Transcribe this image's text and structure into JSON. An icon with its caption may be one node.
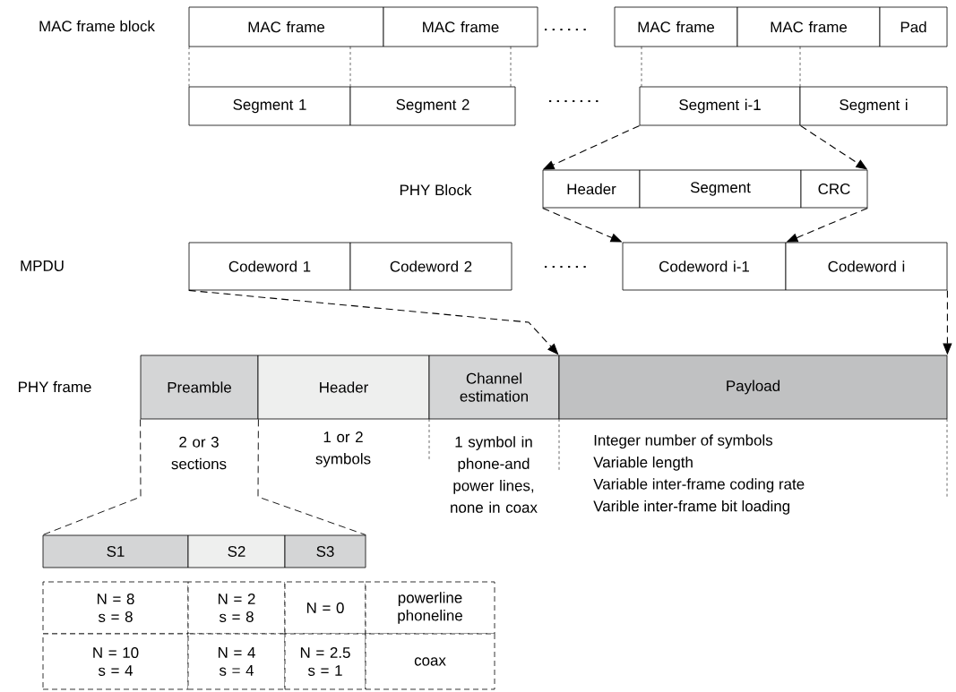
{
  "diagram": {
    "nodes": [
      {
        "text": [
          "MAC frame"
        ]
      },
      {
        "text": [
          "MAC frame"
        ]
      },
      {
        "text": [
          "MAC frame"
        ]
      },
      {
        "text": [
          "MAC frame"
        ]
      },
      {
        "text": [
          "Pad"
        ]
      },
      {
        "text": [
          "Segment 1"
        ]
      },
      {
        "text": [
          "Segment 2"
        ]
      },
      {
        "text": [
          "Segment i-1"
        ]
      },
      {
        "text": [
          "Segment i"
        ]
      },
      {
        "text": [
          "Header"
        ]
      },
      {
        "text": [
          "Segment"
        ]
      },
      {
        "text": [
          "CRC"
        ]
      },
      {
        "text": [
          "Codeword 1"
        ]
      },
      {
        "text": [
          "Codeword 2"
        ]
      },
      {
        "text": [
          "Codeword i-1"
        ]
      },
      {
        "text": [
          "Codeword i"
        ]
      },
      {
        "text": [
          "Preamble"
        ],
        "beside": [
          "2 or 3 sections"
        ]
      },
      {
        "text": [
          "Header"
        ],
        "beside": [
          "1 or 2 symbols"
        ]
      },
      {
        "text": [
          "Channel estimation"
        ],
        "beside": [
          "1 symbol in phone-and power lines, none in coax"
        ]
      },
      {
        "text": [
          "Payload"
        ],
        "beside": [
          "Integer number of symbols",
          "Variable length",
          "Variable inter-frame coding rate",
          "Varible inter-frame bit loading"
        ]
      },
      {
        "text": [
          "S1"
        ]
      },
      {
        "text": [
          "S2"
        ]
      },
      {
        "text": [
          "S3"
        ]
      },
      {
        "text": [
          "N = 8",
          "s = 8"
        ]
      },
      {
        "text": [
          "N = 2",
          "s = 8"
        ]
      },
      {
        "text": [
          "N = 0"
        ]
      },
      {
        "text": [
          "powerline",
          "phoneline"
        ]
      },
      {
        "text": [
          "N = 10",
          "s = 4"
        ]
      },
      {
        "text": [
          "N = 4",
          "s = 4"
        ]
      },
      {
        "text": [
          "N = 2.5",
          "s = 1"
        ]
      },
      {
        "text": [
          "coax"
        ]
      }
    ],
    "edges": [
      {
        "from": 7,
        "to": 9,
        "arrow": "to",
        "style": "dashed"
      },
      {
        "from": 7,
        "to": 11,
        "arrow": "to",
        "style": "dashed"
      },
      {
        "from": 9,
        "to": 14,
        "arrow": "to",
        "style": "dashed"
      },
      {
        "from": 11,
        "to": 14,
        "arrow": "to",
        "style": "dashed"
      },
      {
        "from": 12,
        "to": 19,
        "arrow": "to",
        "style": "dashed"
      },
      {
        "from": 15,
        "to": 19,
        "arrow": "to",
        "style": "dashed"
      },
      {
        "from": 16,
        "to": 20,
        "arrow": "none",
        "style": "dashed"
      },
      {
        "from": 16,
        "to": 22,
        "arrow": "none",
        "style": "dashed"
      }
    ],
    "labels": [
      "MAC frame block",
      "PHY Block",
      "MPDU",
      "PHY frame"
    ]
  }
}
